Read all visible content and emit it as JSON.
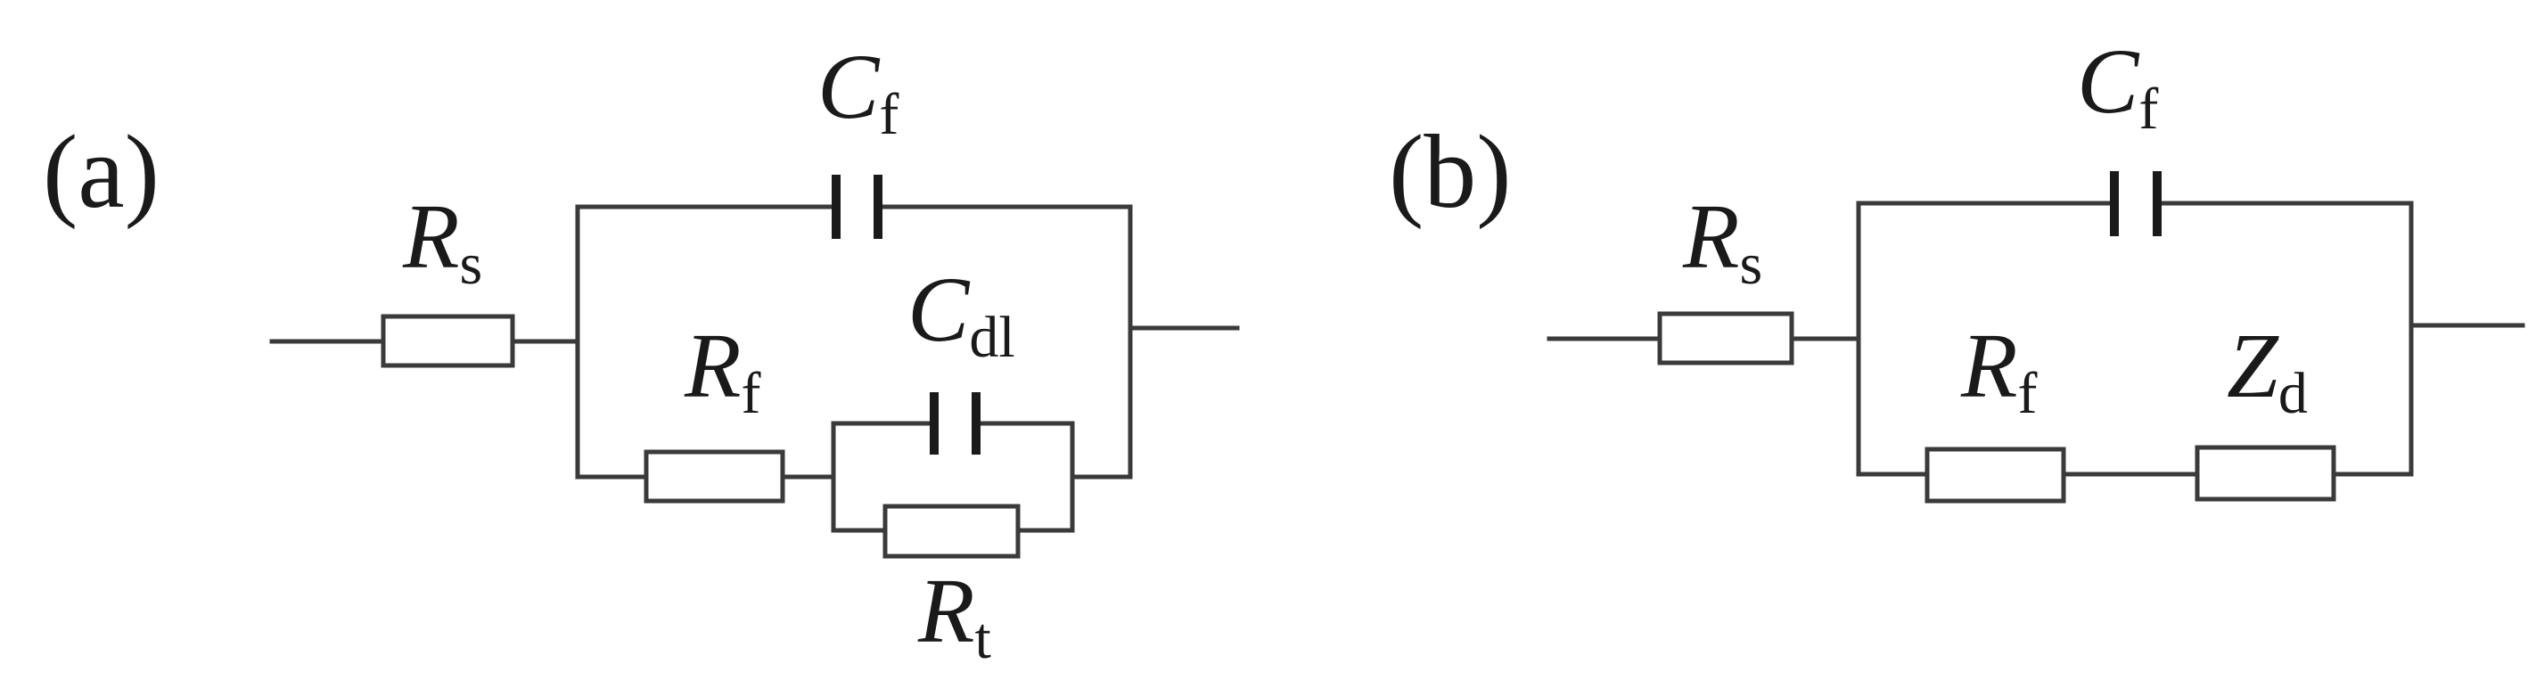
{
  "panels": [
    {
      "id": "a",
      "label": "(a)",
      "components": {
        "Rs": {
          "symbol": "R",
          "subscript": "s",
          "kind": "resistor"
        },
        "Cf": {
          "symbol": "C",
          "subscript": "f",
          "kind": "capacitor"
        },
        "Rf": {
          "symbol": "R",
          "subscript": "f",
          "kind": "resistor"
        },
        "Cdl": {
          "symbol": "C",
          "subscript": "dl",
          "kind": "capacitor"
        },
        "Rt": {
          "symbol": "R",
          "subscript": "t",
          "kind": "resistor"
        }
      }
    },
    {
      "id": "b",
      "label": "(b)",
      "components": {
        "Rs": {
          "symbol": "R",
          "subscript": "s",
          "kind": "resistor"
        },
        "Cf": {
          "symbol": "C",
          "subscript": "f",
          "kind": "capacitor"
        },
        "Rf": {
          "symbol": "R",
          "subscript": "f",
          "kind": "resistor"
        },
        "Zd": {
          "symbol": "Z",
          "subscript": "d",
          "kind": "impedance"
        }
      }
    }
  ],
  "colors": {
    "wire": "#3a3a3a",
    "plate": "#1a1a1a",
    "text": "#1a1a1a",
    "background": "#ffffff"
  }
}
